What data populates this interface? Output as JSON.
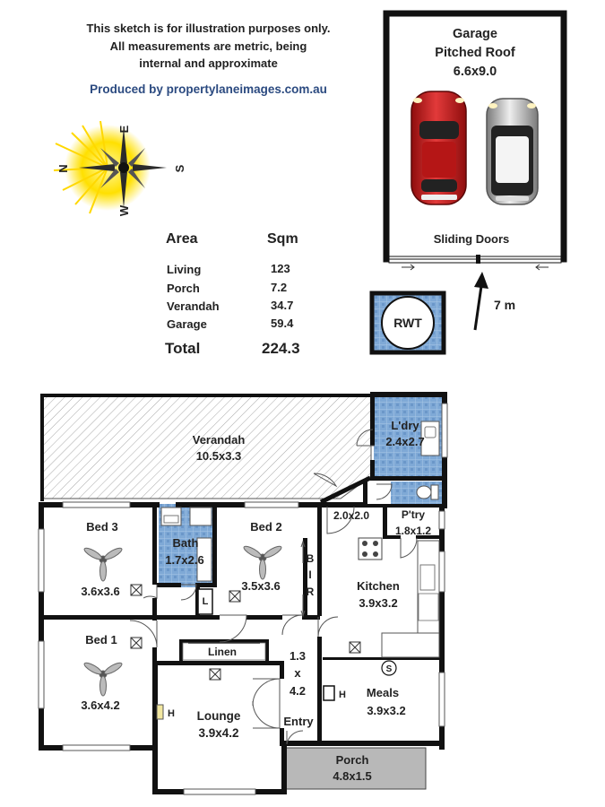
{
  "disclaimer": {
    "line1": "This sketch is for illustration purposes only.",
    "line2": "All measurements are metric, being",
    "line3": "internal and approximate"
  },
  "producer": "Produced by propertylaneimages.com.au",
  "compass": {
    "n": "N",
    "e": "E",
    "s": "S",
    "w": "W"
  },
  "area_table": {
    "col_area": "Area",
    "col_sqm": "Sqm",
    "rows": [
      {
        "name": "Living",
        "sqm": "123"
      },
      {
        "name": "Porch",
        "sqm": "7.2"
      },
      {
        "name": "Verandah",
        "sqm": "34.7"
      },
      {
        "name": "Garage",
        "sqm": "59.4"
      }
    ],
    "total_label": "Total",
    "total_value": "224.3"
  },
  "garage": {
    "title": "Garage",
    "roof": "Pitched Roof",
    "size": "6.6x9.0",
    "doors": "Sliding Doors"
  },
  "rwt": "RWT",
  "distance": "7 m",
  "rooms": {
    "verandah": {
      "name": "Verandah",
      "size": "10.5x3.3"
    },
    "laundry": {
      "name": "L'dry",
      "size": "2.4x2.7"
    },
    "hall_small": {
      "size": "2.0x2.0"
    },
    "pantry": {
      "name": "P'try",
      "size": "1.8x1.2"
    },
    "bed3": {
      "name": "Bed 3",
      "size": "3.6x3.6"
    },
    "bath": {
      "name": "Bath",
      "size": "1.7x2.6"
    },
    "linen_l": "L",
    "bed2": {
      "name": "Bed 2",
      "size": "3.5x3.6"
    },
    "bir": {
      "b": "B",
      "i": "I",
      "r": "R"
    },
    "kitchen": {
      "name": "Kitchen",
      "size": "3.9x3.2"
    },
    "bed1": {
      "name": "Bed 1",
      "size": "3.6x4.2"
    },
    "linen": "Linen",
    "hall": {
      "w": "1.3",
      "x": "x",
      "h": "4.2"
    },
    "entry": "Entry",
    "meals": {
      "name": "Meals",
      "size": "3.9x3.2"
    },
    "lounge": {
      "name": "Lounge",
      "size": "3.9x4.2"
    },
    "porch": {
      "name": "Porch",
      "size": "4.8x1.5"
    },
    "heater_h": "H",
    "smoke_s": "S"
  },
  "colors": {
    "wall": "#111111",
    "wet_tile": "#7aa8d8",
    "porch": "#b8b8b8",
    "verandah_hatch": "#9a9a9a",
    "car_red": "#c81e1e",
    "car_silver": "#bfbfbf"
  }
}
